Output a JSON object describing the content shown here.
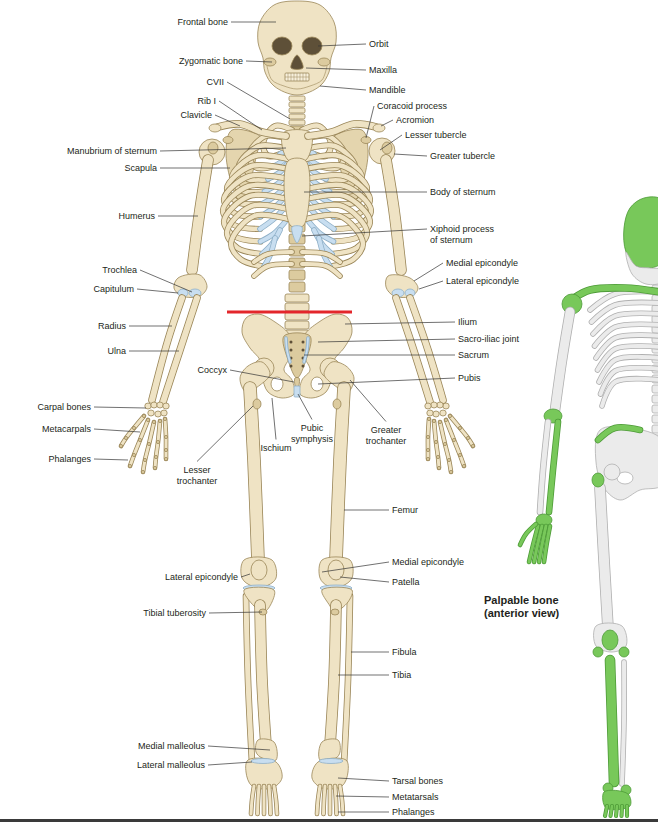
{
  "diagram": {
    "labels": [
      "Frontal bone",
      "Orbit",
      "Zygomatic bone",
      "Maxilla",
      "CVII",
      "Mandible",
      "Rib I",
      "Coracoid process",
      "Clavicle",
      "Acromion",
      "Lesser tubercle",
      "Manubrium of sternum",
      "Greater tubercle",
      "Scapula",
      "Body of sternum",
      "Humerus",
      "Xiphoid process of sternum",
      "Medial epicondyle",
      "Trochlea",
      "Lateral epicondyle",
      "Capitulum",
      "Ilium",
      "Radius",
      "Sacro-iliac joint",
      "Ulna",
      "Sacrum",
      "Coccyx",
      "Pubis",
      "Carpal bones",
      "Metacarpals",
      "Pubic symphysis",
      "Greater trochanter",
      "Ischium",
      "Phalanges",
      "Lesser trochanter",
      "Femur",
      "Medial epicondyle",
      "Lateral epicondyle",
      "Patella",
      "Tibial tuberosity",
      "Fibula",
      "Tibia",
      "Medial malleolus",
      "Lateral malleolus",
      "Tarsal bones",
      "Metatarsals",
      "Phalanges",
      "Palpable bone (anterior view)"
    ]
  }
}
